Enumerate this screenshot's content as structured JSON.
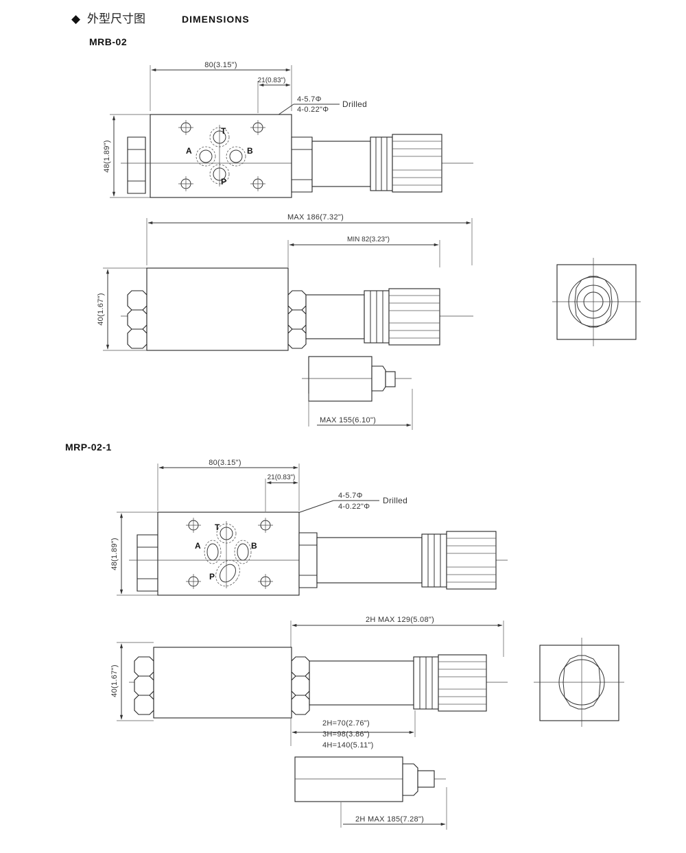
{
  "header": {
    "bullet": "◆",
    "title_cn": "外型尺寸图",
    "title_en": "DIMENSIONS"
  },
  "mrb": {
    "model": "MRB-02",
    "width": "80(3.15\")",
    "hole_offset": "21(0.83\")",
    "holes_metric": "4-5.7Φ",
    "holes_inch": "4-0.22\"Φ",
    "drilled": "Drilled",
    "height": "48(1.89\")",
    "port_t": "T",
    "port_a": "A",
    "port_b": "B",
    "port_p": "P",
    "max_length": "MAX 186(7.32\")",
    "min_length": "MIN 82(3.23\")",
    "body_height": "40(1.67\")",
    "max_short": "MAX 155(6.10\")"
  },
  "mrp": {
    "model": "MRP-02-1",
    "width": "80(3.15\")",
    "hole_offset": "21(0.83\")",
    "holes_metric": "4-5.7Φ",
    "holes_inch": "4-0.22\"Φ",
    "drilled": "Drilled",
    "height": "48(1.89\")",
    "port_t": "T",
    "port_a": "A",
    "port_b": "B",
    "port_p": "P",
    "max_length": "2H MAX 129(5.08\")",
    "body_height": "40(1.67\")",
    "stack_2h": "2H=70(2.76\")",
    "stack_3h": "3H=98(3.86\")",
    "stack_4h": "4H=140(5.11\")",
    "max_short": "2H MAX 185(7.28\")"
  }
}
